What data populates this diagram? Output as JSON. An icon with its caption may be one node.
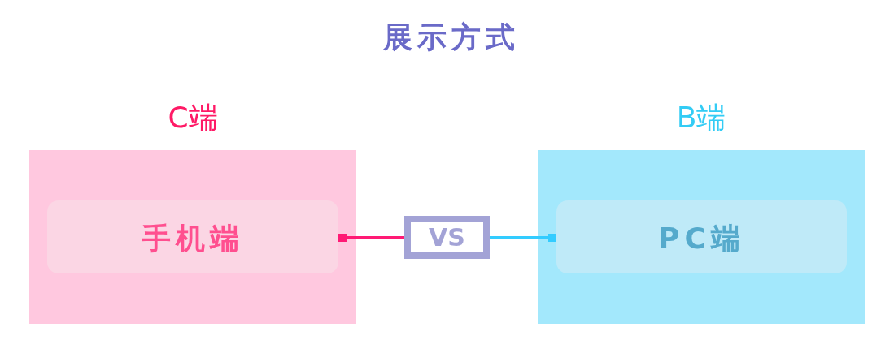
{
  "diagram": {
    "title": "展示方式",
    "nodes": [
      {
        "text": [
          "C端"
        ]
      },
      {
        "text": [
          "手机端"
        ],
        "in": 0
      },
      {
        "text": [
          "VS"
        ]
      },
      {
        "text": [
          "B端"
        ]
      },
      {
        "text": [
          "PC端"
        ],
        "in": 3
      }
    ],
    "edges": [
      {
        "from": 1,
        "to": 2,
        "arrow": "other",
        "color": "#ff1a75"
      },
      {
        "from": 4,
        "to": 2,
        "arrow": "other",
        "color": "#33ccff"
      }
    ]
  }
}
